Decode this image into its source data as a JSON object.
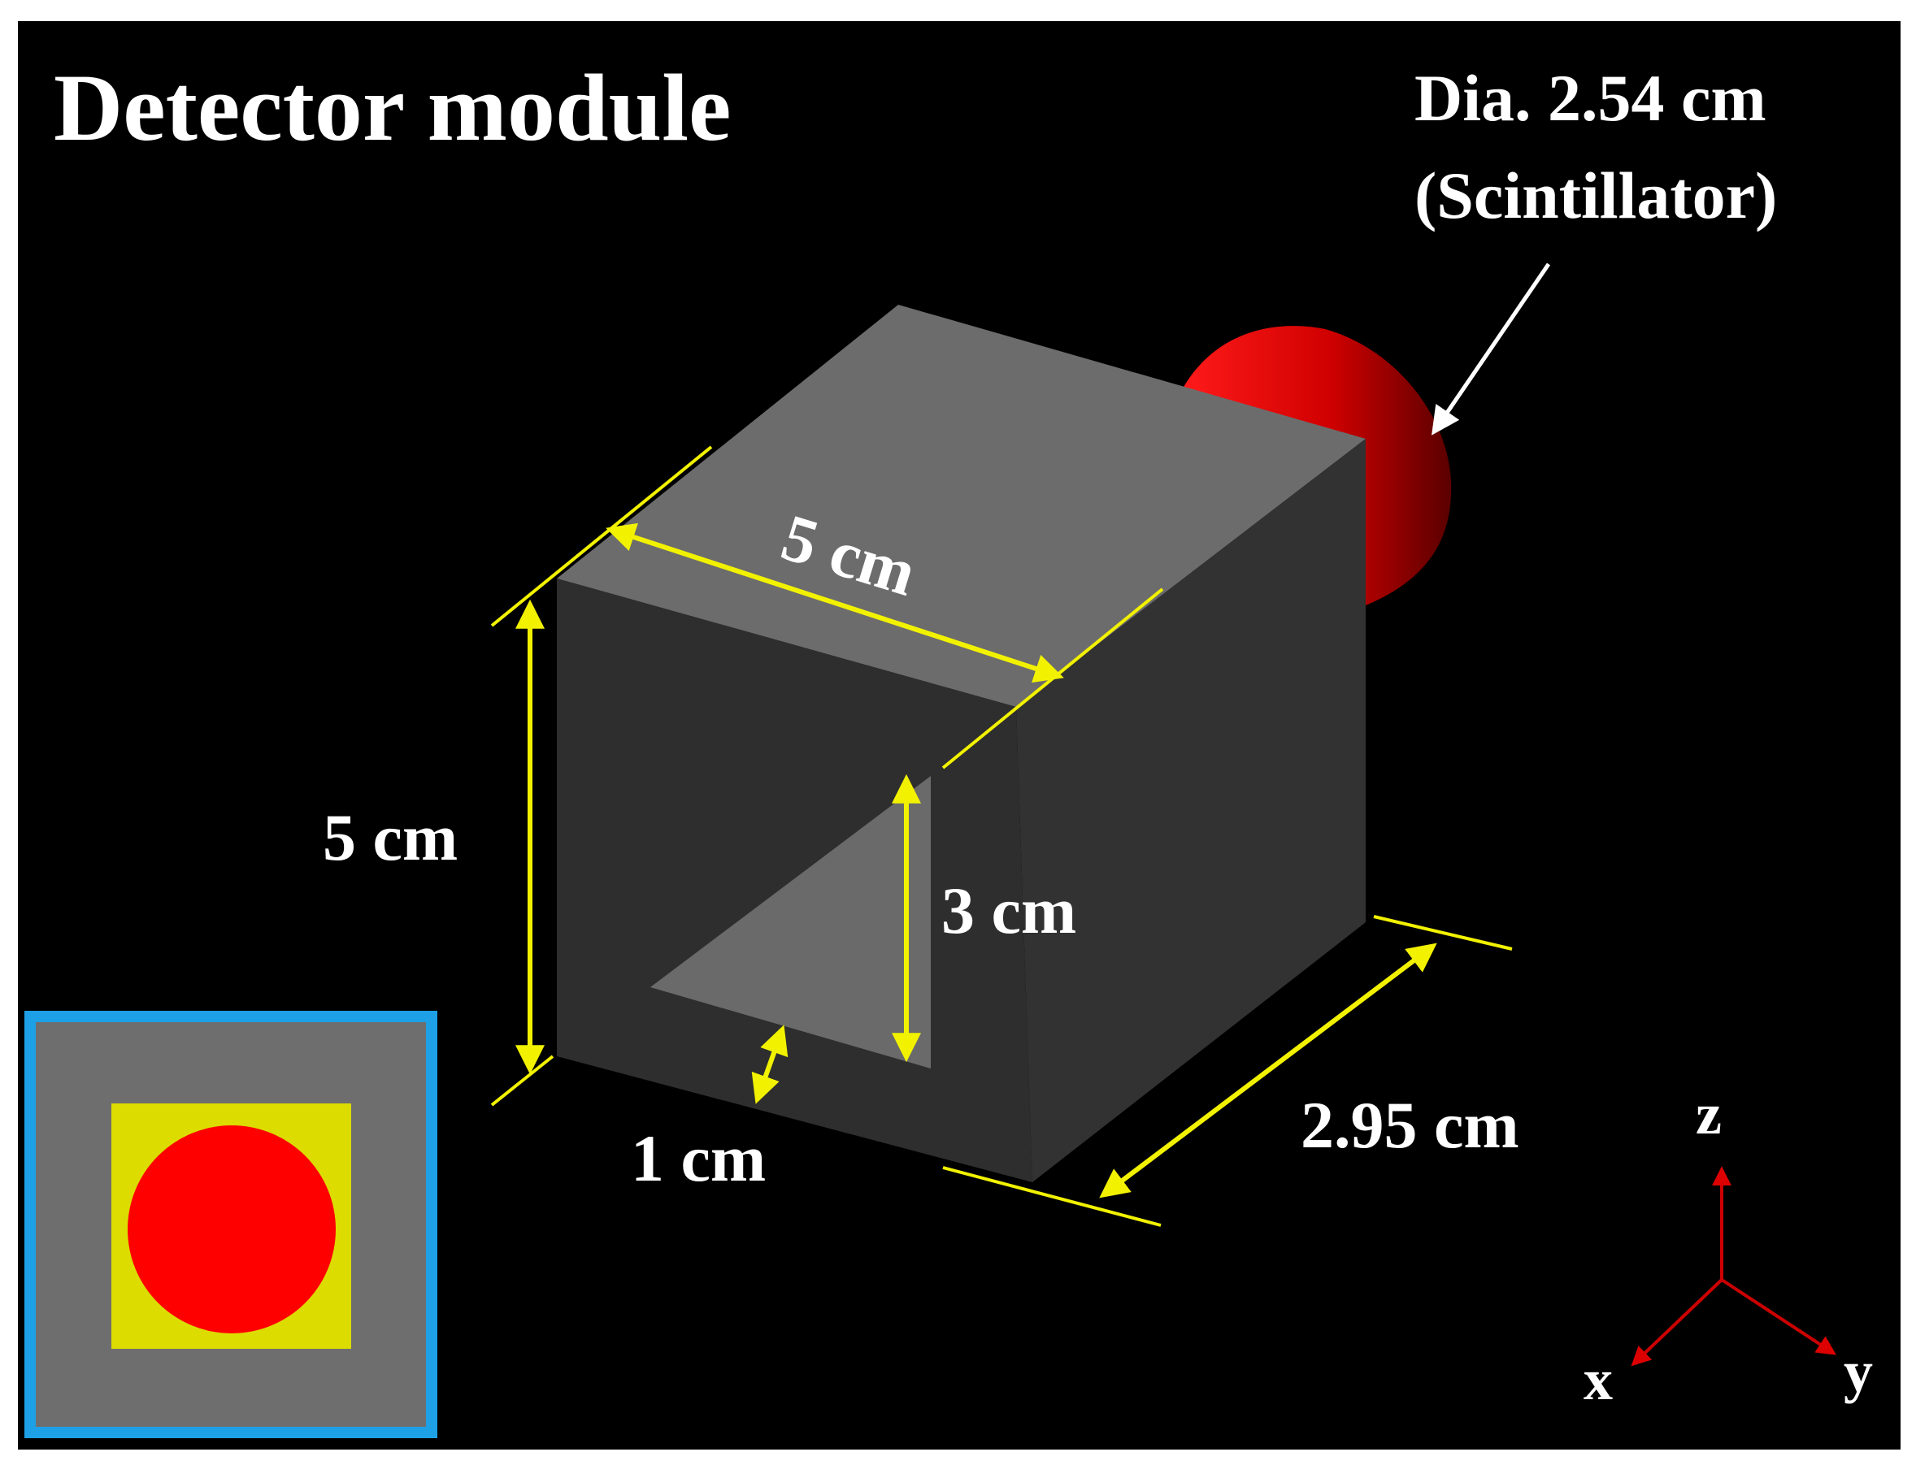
{
  "title": "Detector module",
  "scintillator": {
    "line1": "Dia. 2.54 cm",
    "line2": "(Scintillator)"
  },
  "dimensions": {
    "top_width": "5 cm",
    "height": "5 cm",
    "slit_height": "3 cm",
    "slit_offset": "1 cm",
    "depth": "2.95 cm"
  },
  "axes": {
    "x": "x",
    "y": "y",
    "z": "z"
  },
  "colors": {
    "background": "#000000",
    "block_front": "#303030",
    "block_top": "#6c6c6c",
    "block_side": "#323232",
    "dimension_lines": "#f2f200",
    "scintillator": "#ff0000",
    "inset_border": "#1ea0e6",
    "inset_gray": "#6e6e6e",
    "inset_yellow": "#dcdc00",
    "axis_color": "#cc0000",
    "text": "#ffffff"
  }
}
